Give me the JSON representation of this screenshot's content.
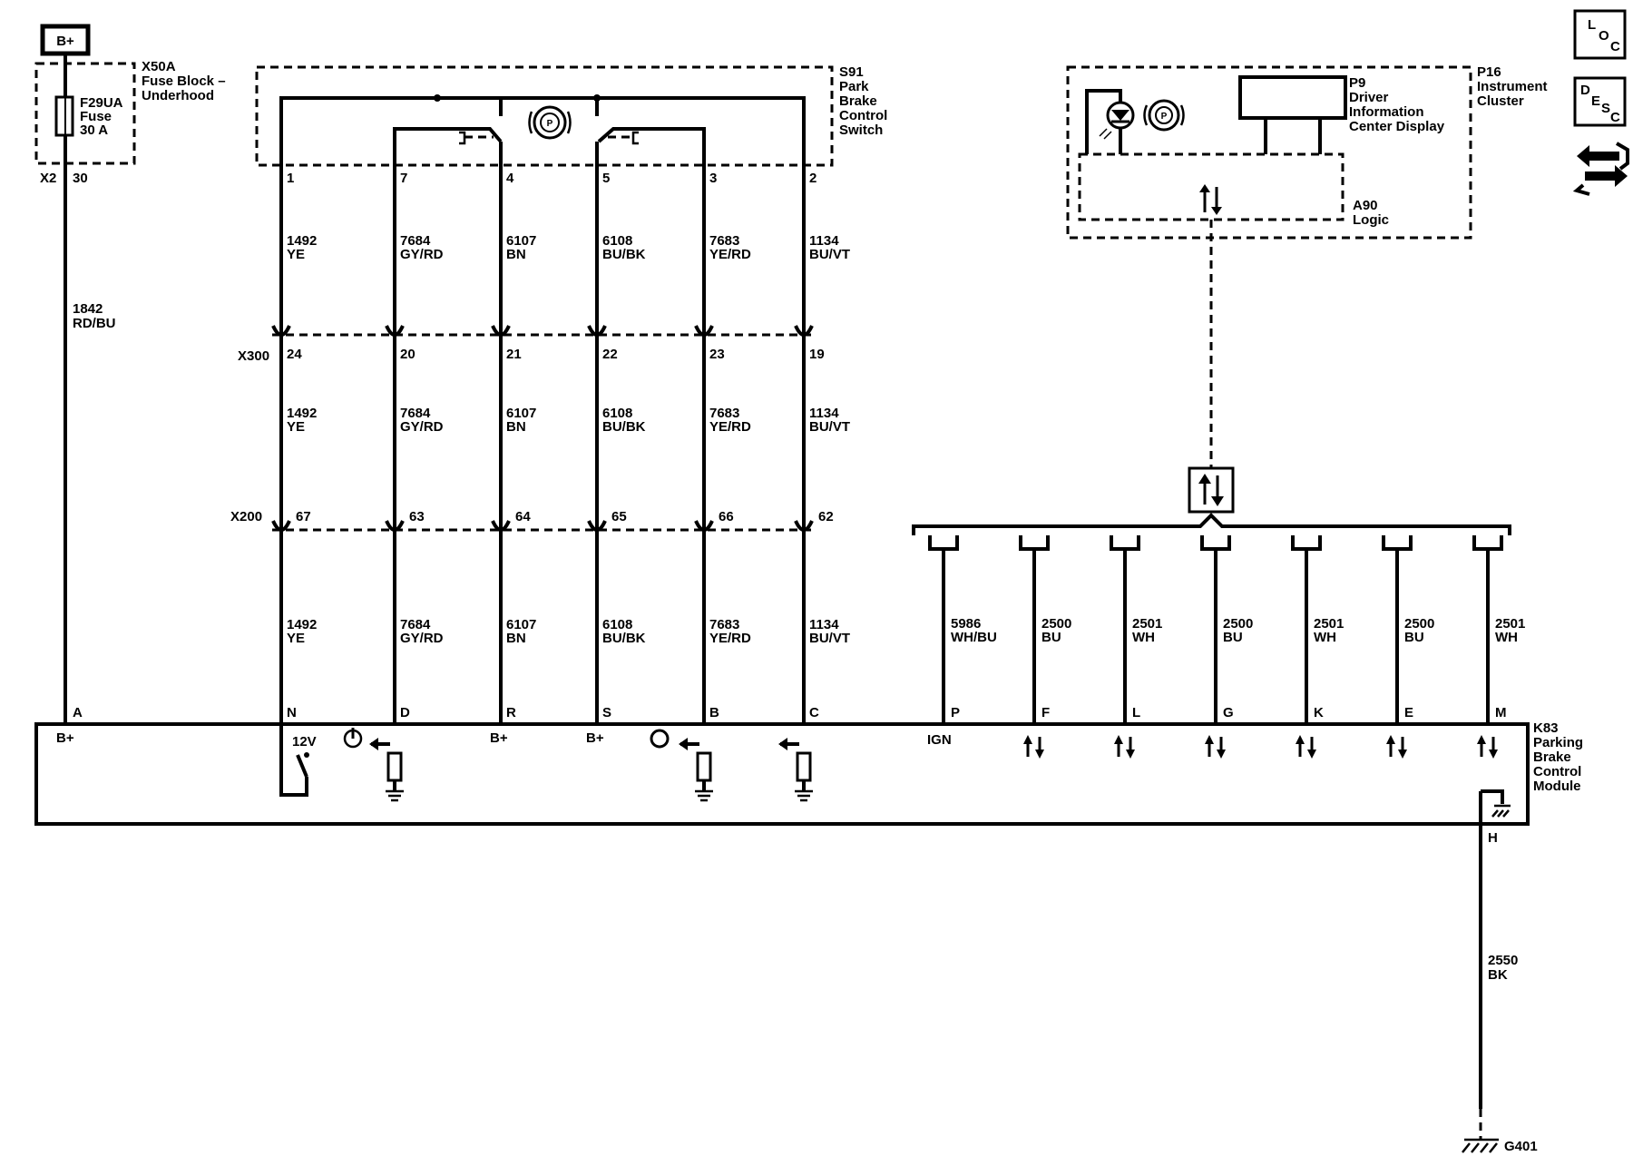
{
  "top": {
    "bplus": "B+"
  },
  "fuse_block": {
    "id": "X50A",
    "name": [
      "Fuse Block –",
      "Underhood"
    ],
    "fuse": [
      "F29UA",
      "Fuse",
      "30 A"
    ],
    "connector": "X2",
    "pin": "30",
    "wire": [
      "1842",
      "RD/BU"
    ]
  },
  "switch": {
    "id": "S91",
    "name": [
      "Park",
      "Brake",
      "Control",
      "Switch"
    ],
    "symbol": "P"
  },
  "cluster": {
    "id": "P16",
    "name": [
      "Instrument",
      "Cluster"
    ],
    "display": [
      "P9",
      "Driver",
      "Information",
      "Center Display"
    ],
    "logic": [
      "A90",
      "Logic"
    ],
    "symbol": "P"
  },
  "connectors": {
    "upper": "X300",
    "lower": "X200"
  },
  "circuits": [
    {
      "switch_pin": "1",
      "x300_pin": "24",
      "x200_pin": "67",
      "module_pin": "N",
      "num": "1492",
      "color": "YE"
    },
    {
      "switch_pin": "7",
      "x300_pin": "20",
      "x200_pin": "63",
      "module_pin": "D",
      "num": "7684",
      "color": "GY/RD"
    },
    {
      "switch_pin": "4",
      "x300_pin": "21",
      "x200_pin": "64",
      "module_pin": "R",
      "num": "6107",
      "color": "BN"
    },
    {
      "switch_pin": "5",
      "x300_pin": "22",
      "x200_pin": "65",
      "module_pin": "S",
      "num": "6108",
      "color": "BU/BK"
    },
    {
      "switch_pin": "3",
      "x300_pin": "23",
      "x200_pin": "66",
      "module_pin": "B",
      "num": "7683",
      "color": "YE/RD"
    },
    {
      "switch_pin": "2",
      "x300_pin": "19",
      "x200_pin": "62",
      "module_pin": "C",
      "num": "1134",
      "color": "BU/VT"
    }
  ],
  "data_lines": [
    {
      "pin": "P",
      "num": "5986",
      "color": "WH/BU",
      "label": "IGN"
    },
    {
      "pin": "F",
      "num": "2500",
      "color": "BU"
    },
    {
      "pin": "L",
      "num": "2501",
      "color": "WH"
    },
    {
      "pin": "G",
      "num": "2500",
      "color": "BU"
    },
    {
      "pin": "K",
      "num": "2501",
      "color": "WH"
    },
    {
      "pin": "E",
      "num": "2500",
      "color": "BU"
    },
    {
      "pin": "M",
      "num": "2501",
      "color": "WH"
    }
  ],
  "module": {
    "id": "K83",
    "name": [
      "Parking",
      "Brake",
      "Control",
      "Module"
    ],
    "pin_a": "A",
    "label_a": "B+",
    "label_r": "B+",
    "label_s": "B+",
    "label_12v": "12V",
    "ground_pin": "H"
  },
  "ground": {
    "wire": [
      "2550",
      "BK"
    ],
    "id": "G401"
  },
  "side_buttons": [
    {
      "label": "LOC"
    },
    {
      "label": "DESC"
    },
    {
      "label": "navigation"
    }
  ]
}
